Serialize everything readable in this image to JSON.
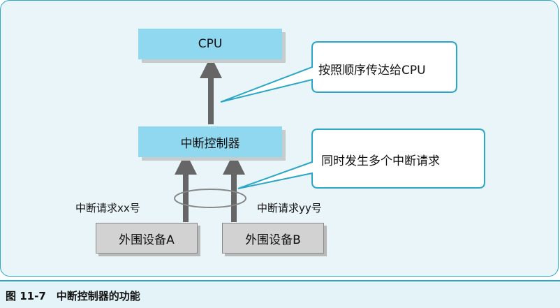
{
  "diagram": {
    "cpu_label": "CPU",
    "controller_label": "中断控制器",
    "device_a_label": "外围设备A",
    "device_b_label": "外围设备B",
    "request_a_label": "中断请求xx号",
    "request_b_label": "中断请求yy号",
    "callout_top": "按照顺序传达给CPU",
    "callout_bottom": "同时发生多个中断请求"
  },
  "caption": "图 11-7　中断控制器的功能",
  "colors": {
    "frame": "#2aa6c6",
    "panel_bg": "#e9f5f9",
    "box_blue": "#8fd8ef",
    "box_gray": "#d2d2d2",
    "arrow": "#666666"
  }
}
